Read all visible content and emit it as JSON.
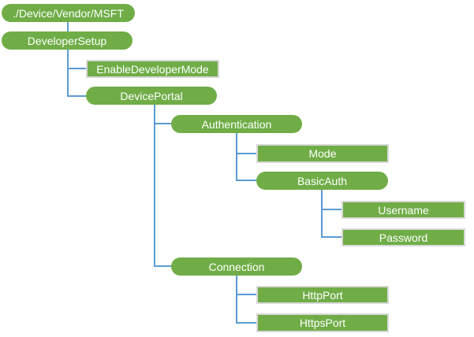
{
  "colors": {
    "node_fill": "#70AD47",
    "node_text": "#FFFFFF",
    "rect_border": "#D9D9D9",
    "connector": "#5B9BD5"
  },
  "tree": {
    "label": "./Device/Vendor/MSFT",
    "children": [
      {
        "label": "DeveloperSetup",
        "children": [
          {
            "label": "EnableDeveloperMode",
            "children": []
          },
          {
            "label": "DevicePortal",
            "children": [
              {
                "label": "Authentication",
                "children": [
                  {
                    "label": "Mode",
                    "children": []
                  },
                  {
                    "label": "BasicAuth",
                    "children": [
                      {
                        "label": "Username",
                        "children": []
                      },
                      {
                        "label": "Password",
                        "children": []
                      }
                    ]
                  }
                ]
              },
              {
                "label": "Connection",
                "children": [
                  {
                    "label": "HttpPort",
                    "children": []
                  },
                  {
                    "label": "HttpsPort",
                    "children": []
                  }
                ]
              }
            ]
          }
        ]
      }
    ]
  }
}
